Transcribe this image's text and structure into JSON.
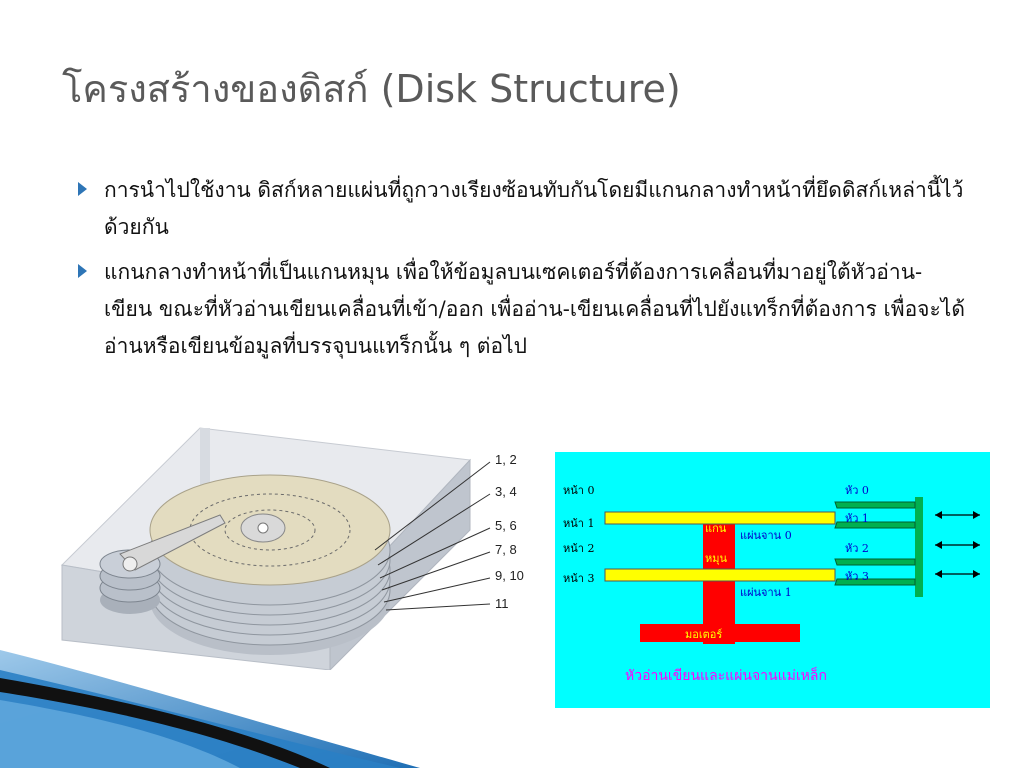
{
  "slide": {
    "title": "โครงสร้างของดิสก์ (Disk Structure)",
    "bullets": [
      "การนำไปใช้งาน ดิสก์หลายแผ่นที่ถูกวางเรียงซ้อนทับกันโดยมีแกนกลางทำหน้าที่ยึดดิสก์เหล่านี้ไว้ด้วยกัน",
      "แกนกลางทำหน้าที่เป็นแกนหมุน เพื่อให้ข้อมูลบนเซคเตอร์ที่ต้องการเคลื่อนที่มาอยู่ใต้หัวอ่าน-เขียน ขณะที่หัวอ่านเขียนเคลื่อนที่เข้า/ออก เพื่ออ่าน-เขียนเคลื่อนที่ไปยังแทร็กที่ต้องการ เพื่อจะได้อ่านหรือเขียนข้อมูลที่บรรจุบนแทร็กนั้น ๆ ต่อไป"
    ]
  },
  "disk_figure": {
    "labels": [
      "1, 2",
      "3, 4",
      "5, 6",
      "7, 8",
      "9, 10",
      "11"
    ]
  },
  "rw_figure": {
    "face0": "หน้า 0",
    "face1": "หน้า 1",
    "face2": "หน้า 2",
    "face3": "หน้า 3",
    "head0": "หัว 0",
    "head1": "หัว 1",
    "head2": "หัว 2",
    "head3": "หัว 3",
    "spindle_line1": "แกน",
    "spindle_line2": "หมุน",
    "platter0": "แผ่นจาน 0",
    "platter1": "แผ่นจาน 1",
    "motor": "มอเตอร์",
    "caption": "หัวอ่านเขียนและแผ่นจานแม่เหล็ก"
  },
  "colors": {
    "accent": "#2e75b6",
    "diagram_bg": "#00ffff",
    "platter": "#ffff00",
    "spindle": "#ff0000",
    "arm": "#00b050",
    "caption": "#ff00ff"
  }
}
